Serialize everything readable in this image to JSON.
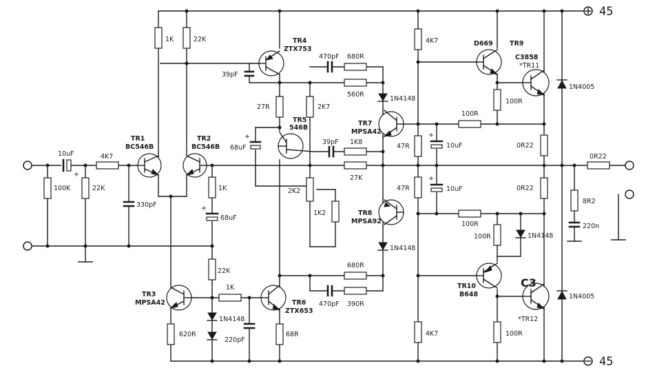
{
  "rails": {
    "positive": "45",
    "negative": "45"
  },
  "transistors": {
    "tr1": {
      "name": "TR1",
      "part": "BC546B"
    },
    "tr2": {
      "name": "TR2",
      "part": "BC546B"
    },
    "tr3": {
      "name": "TR3",
      "part": "MPSA42"
    },
    "tr4": {
      "name": "TR4",
      "part": "ZTX753"
    },
    "tr5": {
      "name": "TR5",
      "part": "546B"
    },
    "tr6": {
      "name": "TR6",
      "part": "ZTX653"
    },
    "tr7": {
      "name": "TR7",
      "part": "MPSA42"
    },
    "tr8": {
      "name": "TR8",
      "part": "MPSA92"
    },
    "tr9": {
      "name": "TR9",
      "part": "D669"
    },
    "tr10": {
      "name": "TR10",
      "part": "B648"
    },
    "tr11": {
      "name": "*TR11",
      "part": "C3858"
    },
    "tr12": {
      "name": "*TR12",
      "part": "C3"
    }
  },
  "resistors": {
    "r_1k_top": "1K",
    "r_22k_top": "22K",
    "r_100k": "100K",
    "r_4k7_in": "4K7",
    "r_22k_in": "22K",
    "r_1k_fb": "1K",
    "r_27r": "27R",
    "r_2k7": "2K7",
    "r_2k2": "2K2",
    "r_1k2": "1K2",
    "r_22k_mid": "22K",
    "r_1k_bot": "1K",
    "r_620r": "620R",
    "r_68r": "68R",
    "r_680r_top": "680R",
    "r_560r": "560R",
    "r_1k8": "1K8",
    "r_27k": "27K",
    "r_680r_bot": "680R",
    "r_390r": "390R",
    "r_4k7_top": "4K7",
    "r_47r_top": "47R",
    "r_47r_bot": "47R",
    "r_4k7_bot": "4K7",
    "r_100r_tr9": "100R",
    "r_100r_top": "100R",
    "r_100r_bot": "100R",
    "r_100r_tr10": "100R",
    "r_100r_tr12": "100R",
    "r_or22_top": "0R22",
    "r_or22_bot": "0R22",
    "r_or22_out": "0R22",
    "r_8r2": "8R2"
  },
  "capacitors": {
    "c_10uf_in": "10uF",
    "c_330pf": "330pF",
    "c_39pf_tr4": "39pF",
    "c_68uf_tr5": "68uF",
    "c_68uf_fb": "68uF",
    "c_220pf": "220pF",
    "c_470pf_top": "470pF",
    "c_39pf_mid": "39pF",
    "c_470pf_bot": "470pF",
    "c_10uf_top": "10uF",
    "c_10uf_bot": "10uF",
    "c_220n": "220n"
  },
  "diodes": {
    "d_1n4148_top": "1N4148",
    "d_1n4148_mid": "1N4148",
    "d_1n4148_right": "1N4148",
    "d_1n4148_bot": "1N4148",
    "d_1n4005_top": "1N4005",
    "d_1n4005_bot": "1N4005"
  }
}
